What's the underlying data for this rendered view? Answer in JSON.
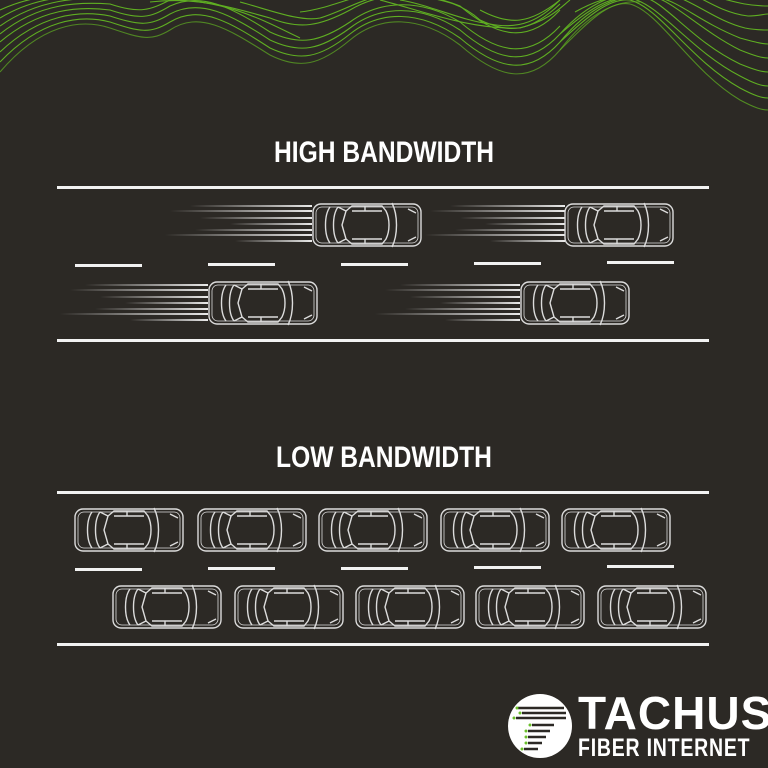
{
  "sections": {
    "high": {
      "title": "HIGH BANDWIDTH"
    },
    "low": {
      "title": "LOW BANDWIDTH"
    }
  },
  "brand": {
    "name": "TACHUS",
    "tagline": "FIBER INTERNET"
  },
  "colors": {
    "background": "#2c2925",
    "accent_green": "#6abf2a",
    "road_white": "#f2f2f2"
  }
}
